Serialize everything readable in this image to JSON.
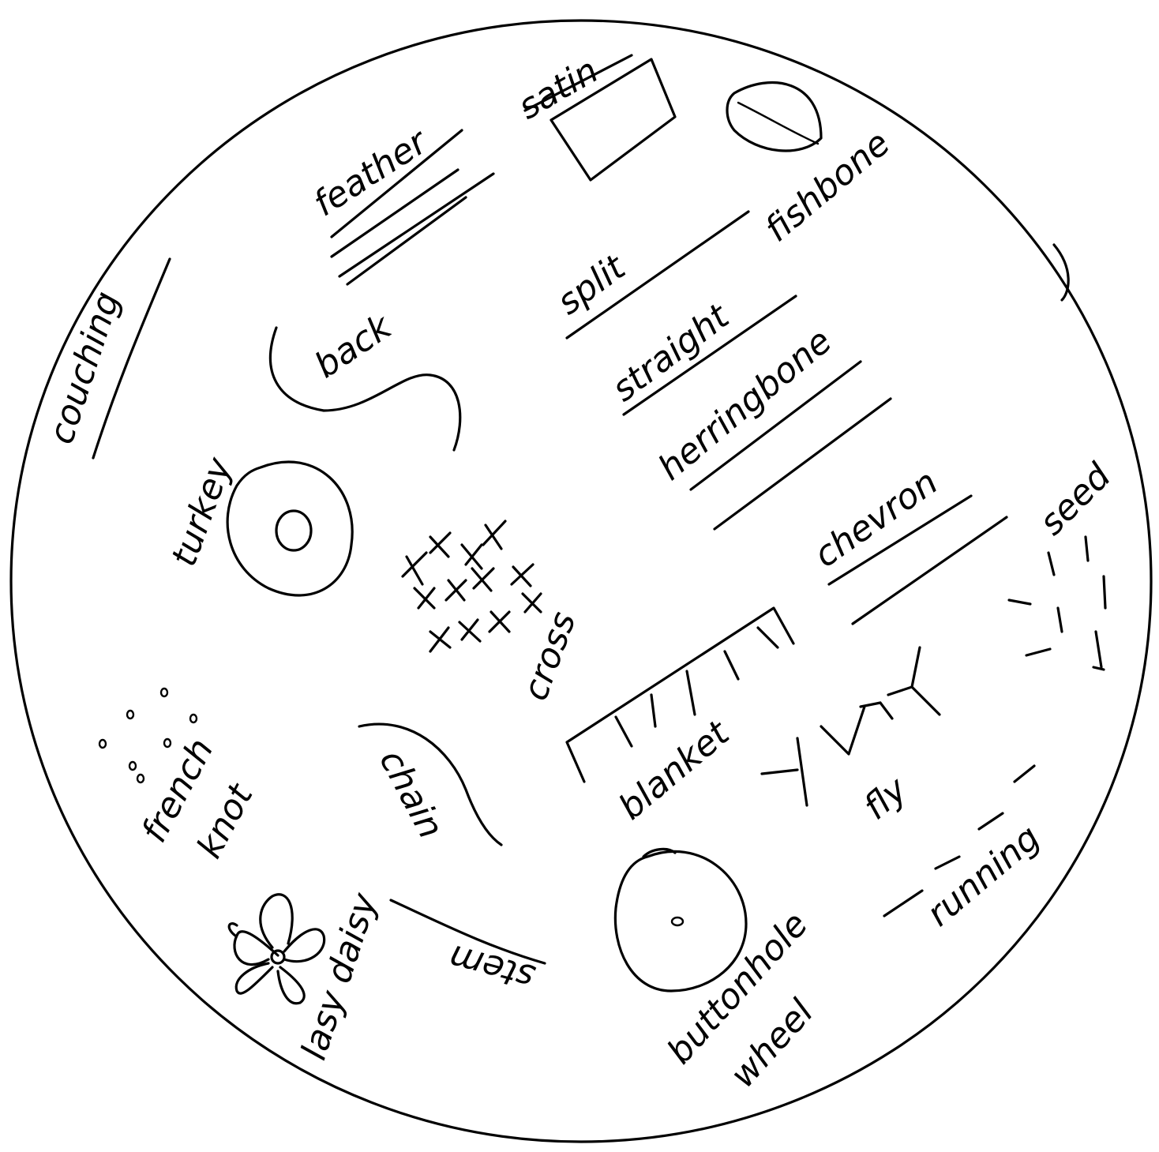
{
  "labels": {
    "satin": "satin",
    "feather": "feather",
    "fishbone": "fishbone",
    "couching": "couching",
    "split": "split",
    "back": "back",
    "straight": "straight",
    "herringbone": "herringbone",
    "turkey": "turkey",
    "chevron": "chevron",
    "seed": "seed",
    "cross": "cross",
    "french_knot_1": "french",
    "french_knot_2": "knot",
    "chain": "chain",
    "blanket": "blanket",
    "fly": "fly",
    "running": "running",
    "lazy_daisy": "lasy daisy",
    "stem": "stem",
    "buttonhole_1": "buttonhole",
    "buttonhole_2": "wheel"
  }
}
